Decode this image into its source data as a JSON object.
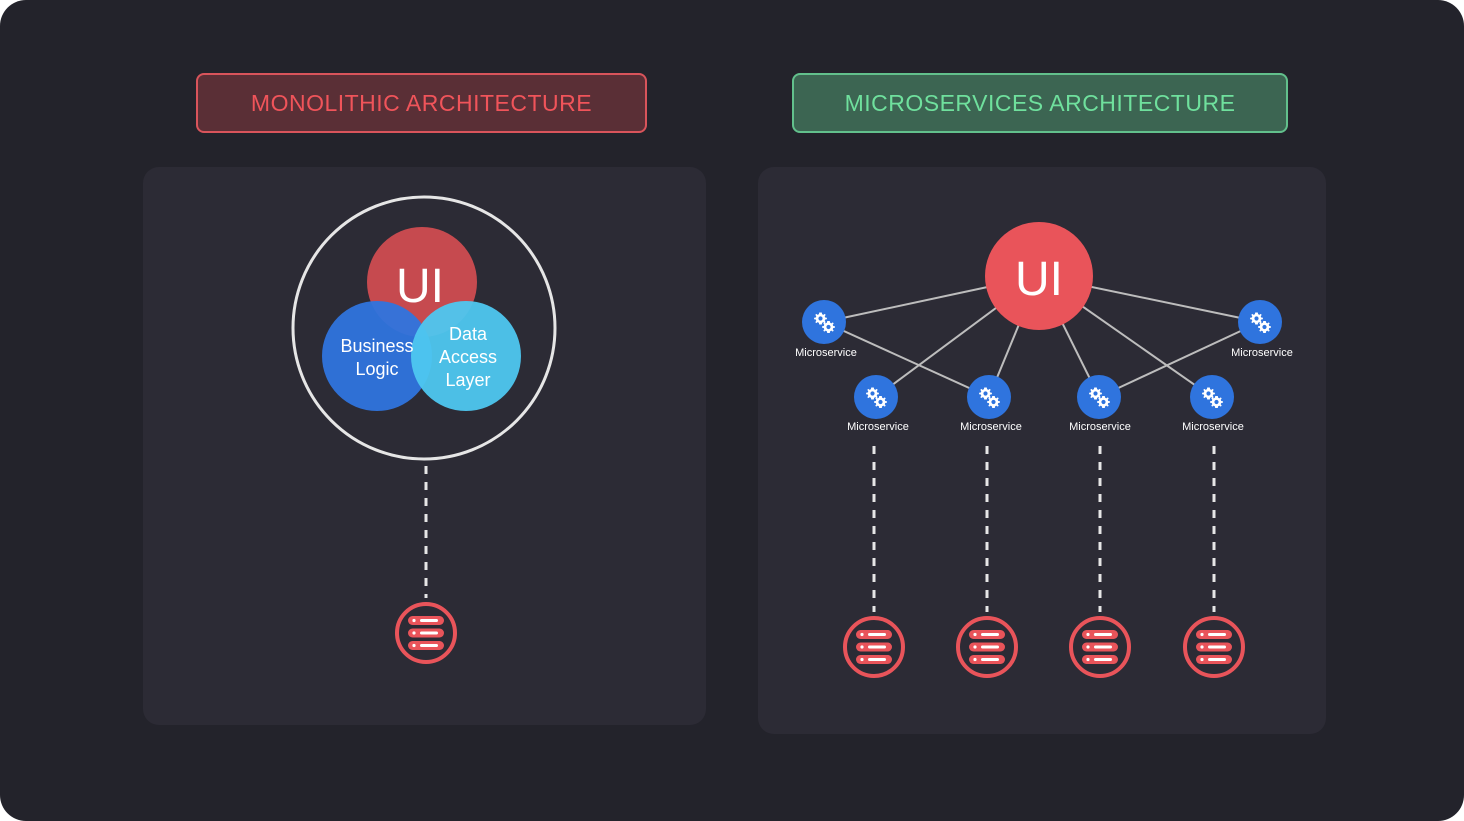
{
  "titles": {
    "monolithic": "MONOLITHIC ARCHITECTURE",
    "microservices": "MICROSERVICES ARCHITECTURE"
  },
  "monolithic": {
    "ui_label": "UI",
    "business_logic": [
      "Business",
      "Logic"
    ],
    "data_access_layer": [
      "Data",
      "Access",
      "Layer"
    ],
    "database_icon": "database-icon"
  },
  "microservices": {
    "ui_label": "UI",
    "service_label": "Microservice",
    "service_icon": "gears-icon",
    "database_icon": "database-icon"
  },
  "colors": {
    "background": "#23232b",
    "panel": "#2c2b35",
    "red": "#e9545a",
    "ui_venn": "#c64a4f",
    "blue": "#2f74de",
    "light_blue": "#4ec7f0",
    "green": "#6fe09d"
  }
}
